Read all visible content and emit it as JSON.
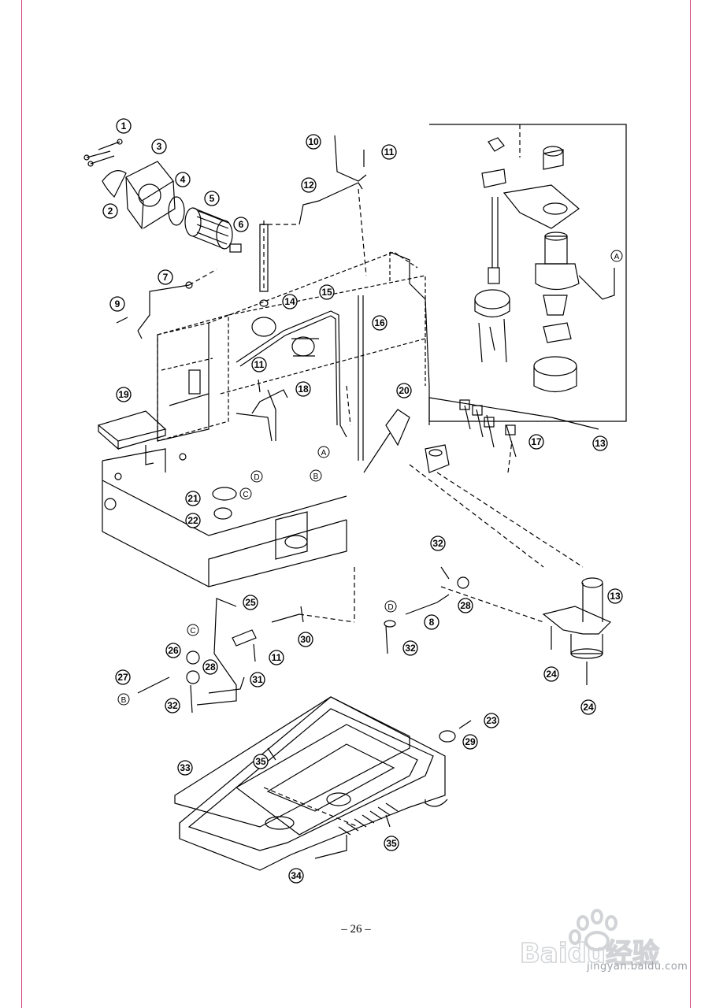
{
  "page": {
    "number": "– 26 –"
  },
  "watermark": {
    "brand": "Baidu经验",
    "url": "jingyan.baidu.com"
  },
  "callouts": [
    "1",
    "2",
    "3",
    "4",
    "5",
    "6",
    "7",
    "8",
    "9",
    "10",
    "11",
    "12",
    "13",
    "14",
    "15",
    "16",
    "17",
    "18",
    "19",
    "20",
    "21",
    "22",
    "23",
    "24",
    "25",
    "26",
    "27",
    "28",
    "29",
    "30",
    "31",
    "32",
    "33",
    "34",
    "35"
  ],
  "letters": [
    "A",
    "B",
    "C",
    "D"
  ]
}
